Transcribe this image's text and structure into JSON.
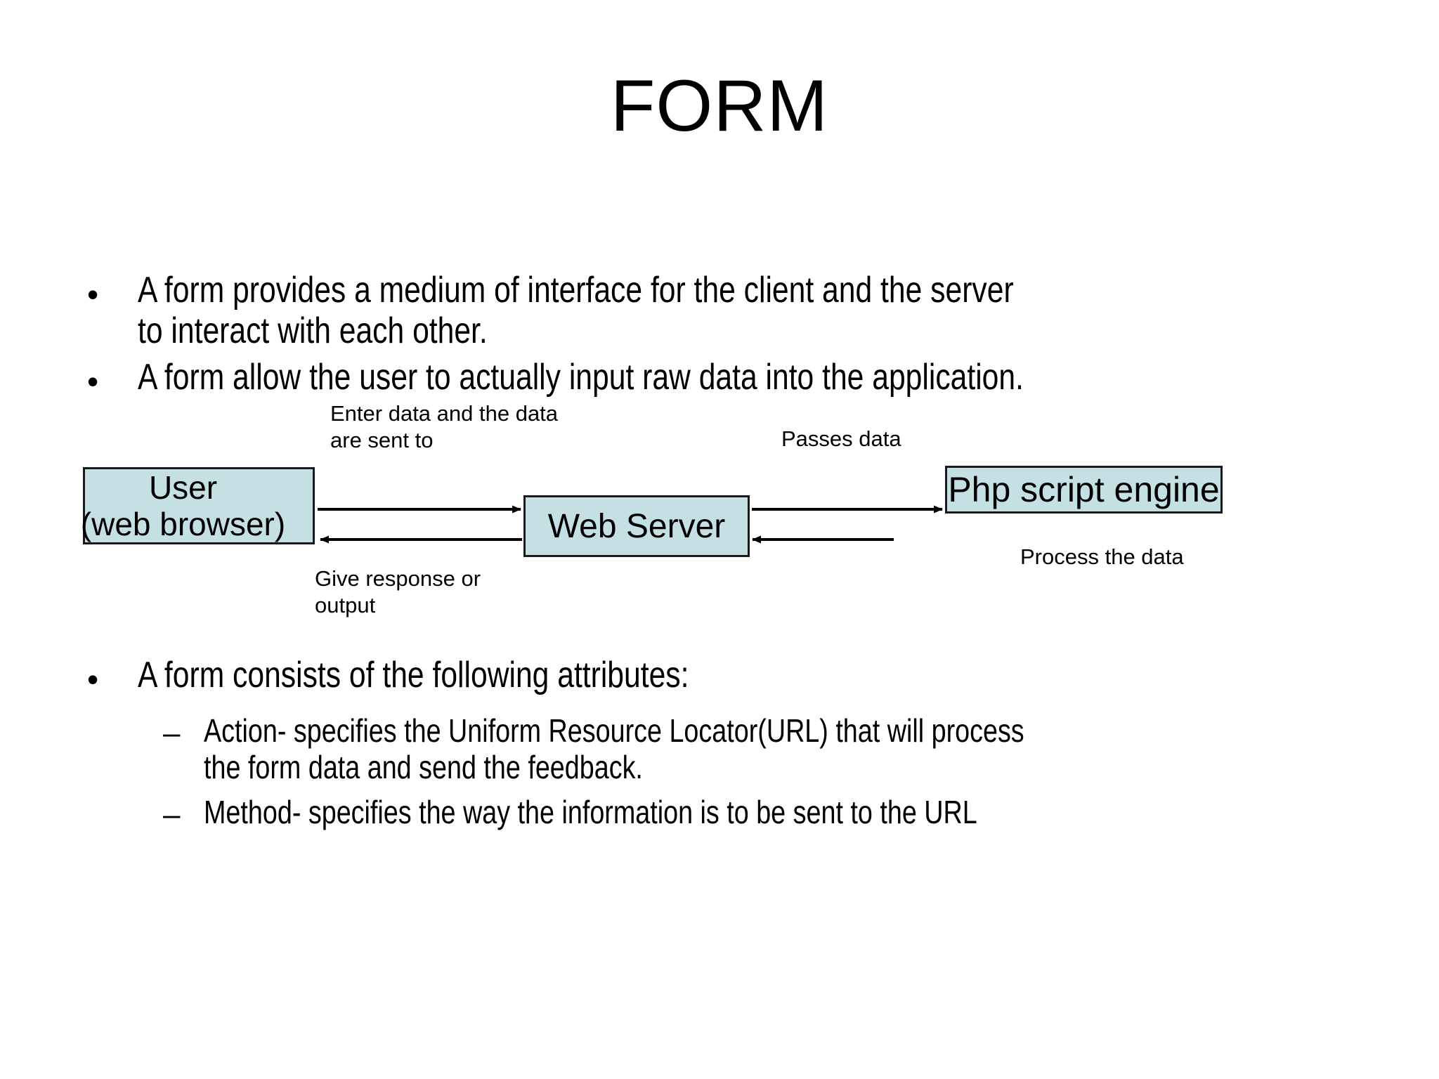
{
  "slide": {
    "title": "FORM",
    "background_color": "#ffffff",
    "text_color": "#000000"
  },
  "bullets": [
    {
      "marker": "•",
      "level": 1,
      "lines": [
        "A form provides a medium of interface for the client and the server",
        "to interact with each other."
      ]
    },
    {
      "marker": "•",
      "level": 1,
      "lines": [
        "A form allow the user to actually input raw data into the application."
      ]
    },
    {
      "marker": "•",
      "level": 1,
      "lines": [
        "A form consists of the following attributes:"
      ]
    },
    {
      "marker": "–",
      "level": 2,
      "lines": [
        "Action- specifies the Uniform Resource Locator(URL) that will process",
        "the form data and send the feedback."
      ]
    },
    {
      "marker": "–",
      "level": 2,
      "lines": [
        "Method- specifies the way the information is to be sent to the URL"
      ]
    }
  ],
  "diagram": {
    "box_fill_color": "#c5e0e3",
    "box_border_color": "#1a1a1a",
    "arrow_color": "#000000",
    "nodes": [
      {
        "id": "user",
        "line1": "User",
        "line2": "(web browser)"
      },
      {
        "id": "webserver",
        "label": "Web Server"
      },
      {
        "id": "php",
        "label": "Php script engine"
      }
    ],
    "labels": [
      {
        "id": "enter",
        "text": "Enter data and the data\nare sent to"
      },
      {
        "id": "passes",
        "text": "Passes data"
      },
      {
        "id": "give",
        "text": "Give response or\noutput"
      },
      {
        "id": "process",
        "text": "Process the data"
      }
    ],
    "flows": [
      {
        "from": "user",
        "to": "webserver",
        "direction": "right",
        "label": "enter"
      },
      {
        "from": "webserver",
        "to": "user",
        "direction": "left",
        "label": "give"
      },
      {
        "from": "webserver",
        "to": "php",
        "direction": "right",
        "label": "passes"
      },
      {
        "from": "php",
        "to": "webserver",
        "direction": "left",
        "label": "process"
      }
    ]
  }
}
